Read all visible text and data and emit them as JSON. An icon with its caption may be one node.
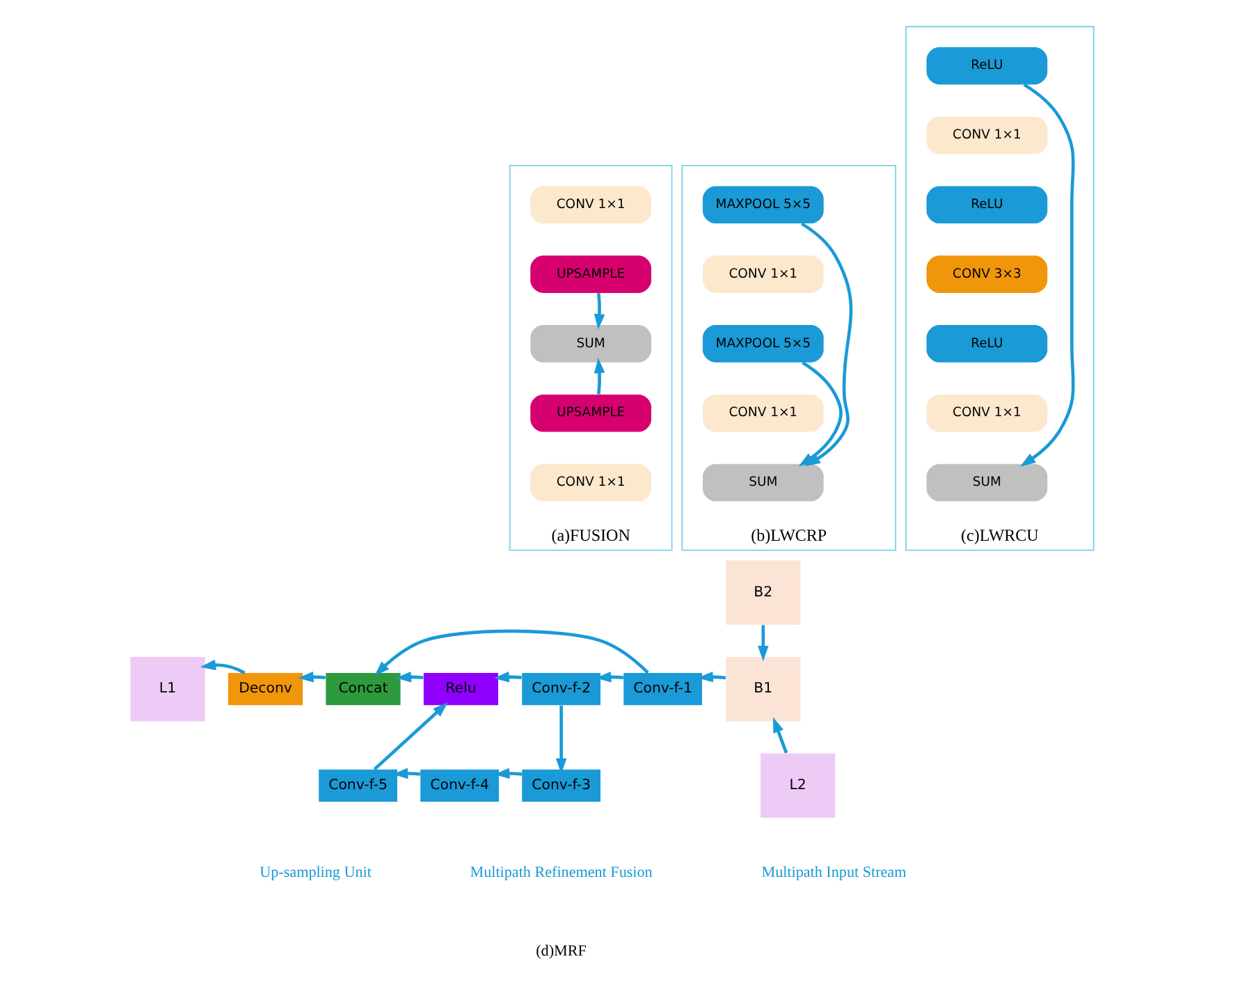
{
  "diagram": {
    "nodes": [
      {
        "text": [
          "(a)FUSION"
        ]
      },
      {
        "text": [
          "CONV 1×1"
        ],
        "in": 0
      },
      {
        "text": [
          "UPSAMPLE"
        ],
        "in": 0
      },
      {
        "text": [
          "SUM"
        ],
        "in": 0
      },
      {
        "text": [
          "UPSAMPLE"
        ],
        "in": 0
      },
      {
        "text": [
          "CONV 1×1"
        ],
        "in": 0
      },
      {
        "text": [
          "(b)LWCRP"
        ]
      },
      {
        "text": [
          "MAXPOOL 5×5"
        ],
        "in": 6
      },
      {
        "text": [
          "CONV 1×1"
        ],
        "in": 6
      },
      {
        "text": [
          "MAXPOOL 5×5"
        ],
        "in": 6
      },
      {
        "text": [
          "CONV 1×1"
        ],
        "in": 6
      },
      {
        "text": [
          "SUM"
        ],
        "in": 6
      },
      {
        "text": [
          "(c)LWRCU"
        ]
      },
      {
        "text": [
          "ReLU"
        ],
        "in": 12
      },
      {
        "text": [
          "CONV 1×1"
        ],
        "in": 12
      },
      {
        "text": [
          "ReLU"
        ],
        "in": 12
      },
      {
        "text": [
          "CONV 3×3"
        ],
        "in": 12
      },
      {
        "text": [
          "ReLU"
        ],
        "in": 12
      },
      {
        "text": [
          "CONV 1×1"
        ],
        "in": 12
      },
      {
        "text": [
          "SUM"
        ],
        "in": 12
      },
      {
        "text": [
          "B2"
        ]
      },
      {
        "text": [
          "L1"
        ]
      },
      {
        "text": [
          "Deconv"
        ]
      },
      {
        "text": [
          "Concat"
        ]
      },
      {
        "text": [
          "Relu"
        ]
      },
      {
        "text": [
          "Conv-f-2"
        ]
      },
      {
        "text": [
          "Conv-f-1"
        ]
      },
      {
        "text": [
          "B1"
        ]
      },
      {
        "text": [
          "Conv-f-5"
        ]
      },
      {
        "text": [
          "Conv-f-4"
        ]
      },
      {
        "text": [
          "Conv-f-3"
        ]
      },
      {
        "text": [
          "L2"
        ]
      }
    ],
    "edges": [
      {
        "from": 2,
        "to": 3,
        "arrow": "to"
      },
      {
        "from": 4,
        "to": 3,
        "arrow": "to"
      },
      {
        "from": 7,
        "to": 11,
        "arrow": "to"
      },
      {
        "from": 9,
        "to": 11,
        "arrow": "to"
      },
      {
        "from": 13,
        "to": 19,
        "arrow": "to"
      },
      {
        "from": 20,
        "to": 27,
        "arrow": "to"
      },
      {
        "from": 31,
        "to": 27,
        "arrow": "to"
      },
      {
        "from": 27,
        "to": 26,
        "arrow": "to"
      },
      {
        "from": 26,
        "to": 25,
        "arrow": "to"
      },
      {
        "from": 26,
        "to": 23,
        "arrow": "to"
      },
      {
        "from": 25,
        "to": 24,
        "arrow": "to"
      },
      {
        "from": 25,
        "to": 30,
        "arrow": "to"
      },
      {
        "from": 30,
        "to": 29,
        "arrow": "to"
      },
      {
        "from": 29,
        "to": 28,
        "arrow": "to"
      },
      {
        "from": 28,
        "to": 24,
        "arrow": "to"
      },
      {
        "from": 24,
        "to": 23,
        "arrow": "to"
      },
      {
        "from": 23,
        "to": 22,
        "arrow": "to"
      },
      {
        "from": 22,
        "to": 21,
        "arrow": "to"
      }
    ],
    "labels": [
      "Up-sampling Unit",
      "Multipath Refinement Fusion",
      "Multipath Input Stream",
      "(d)MRF"
    ]
  }
}
